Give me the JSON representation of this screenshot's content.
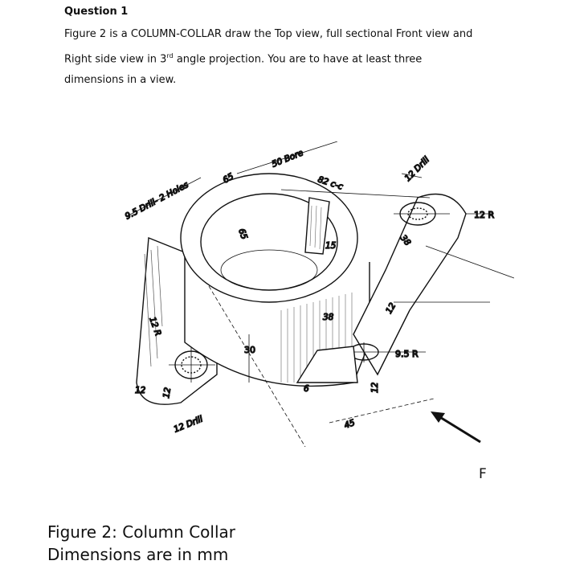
{
  "question": {
    "title": "Question 1",
    "line1": "Figure 2 is a COLUMN-COLLAR draw the Top view, full sectional Front view and",
    "line2_pre": "Right side view in 3",
    "line2_sup": "rd",
    "line2_post": " angle projection. You are to have at least three",
    "line3": "dimensions in a view."
  },
  "figure": {
    "dim_drill_2_holes": "9.5 Drill- 2 Holes",
    "dim_65_top": "65",
    "dim_50_bore": "50 Bore",
    "dim_82_cc": "82 c-c",
    "dim_12_drill_right": "12 Drill",
    "dim_12r_right": "12 R",
    "dim_65_inner": "65",
    "dim_15": "15",
    "dim_38_right": "38",
    "dim_38_mid": "38",
    "dim_12_right_mid": "12",
    "dim_12r_left": "12 R",
    "dim_30": "30",
    "dim_9_5r": "9.5 R",
    "dim_6": "6",
    "dim_12_bottom": "12",
    "dim_45": "45",
    "dim_12_left_a": "12",
    "dim_12_left_b": "12",
    "dim_12_drill_left": "12 Drill",
    "view_arrow_label": "F"
  },
  "caption": {
    "line1": "Figure 2: Column Collar",
    "line2": "Dimensions are in mm"
  }
}
